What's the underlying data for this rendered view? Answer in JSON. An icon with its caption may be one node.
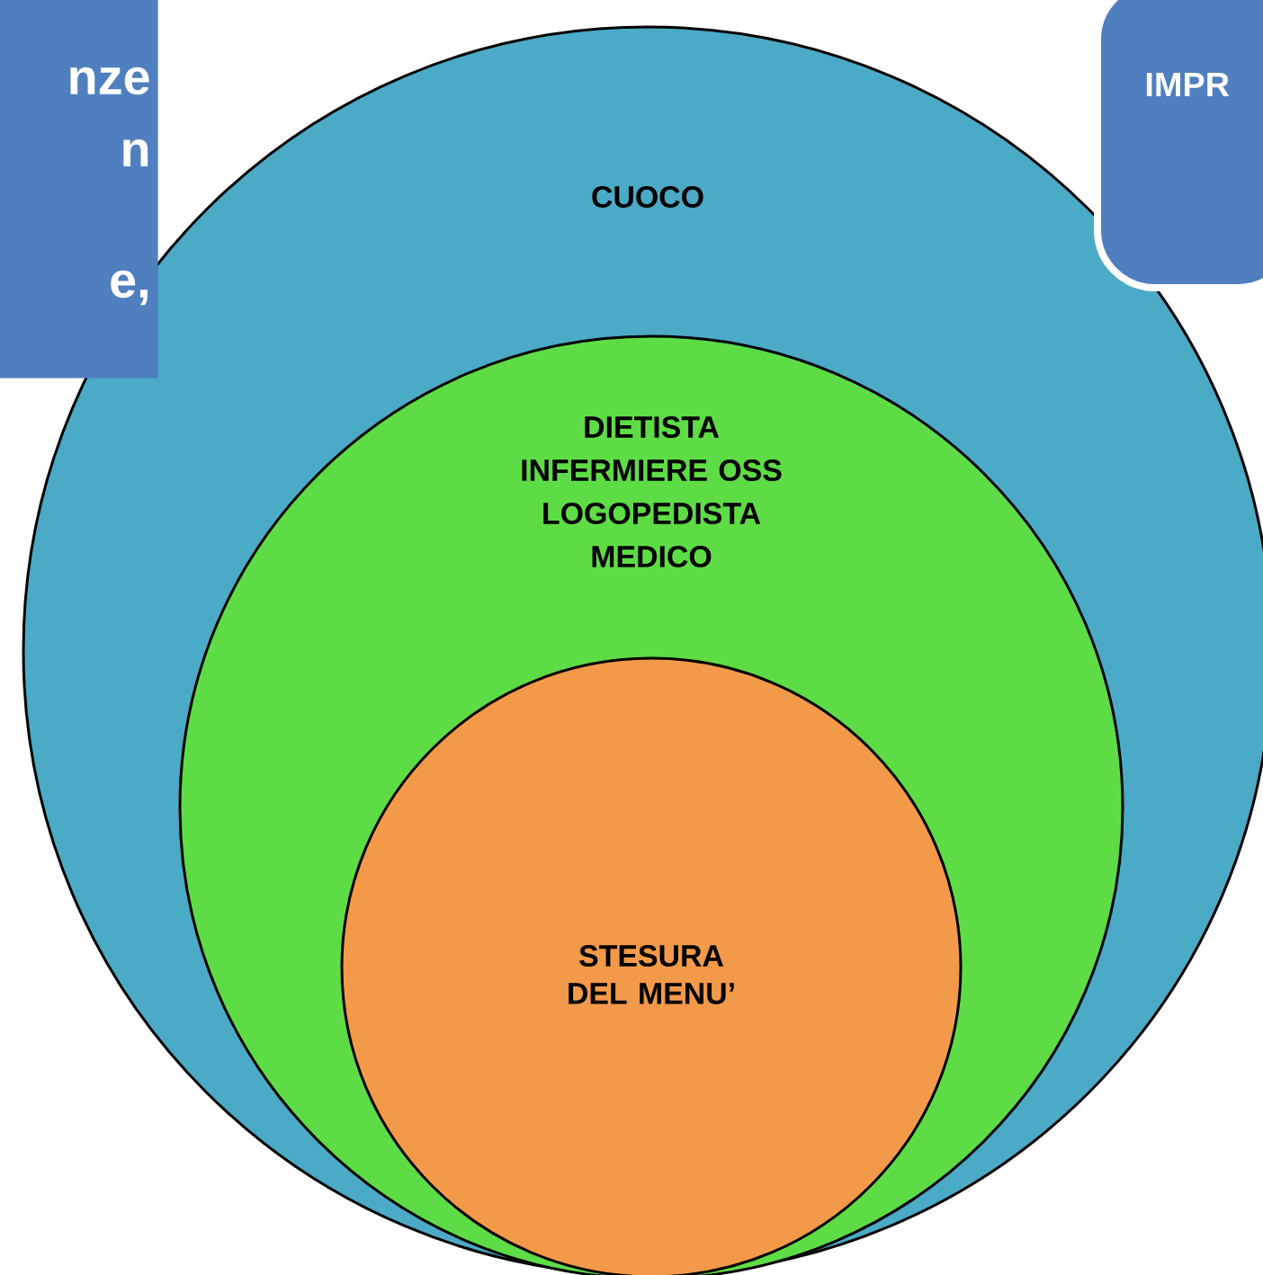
{
  "diagram": {
    "nodes": [
      {
        "text": [
          "nze",
          "n",
          "e,"
        ]
      },
      {
        "text": [
          "IMPR"
        ]
      },
      {
        "text": [
          "CUOCO"
        ]
      },
      {
        "text": [
          "DIETISTA",
          "INFERMIERE OSS",
          "LOGOPEDISTA",
          "MEDICO"
        ],
        "in": 2
      },
      {
        "text": [
          "STESURA DEL MENU’"
        ],
        "in": 3
      }
    ]
  }
}
